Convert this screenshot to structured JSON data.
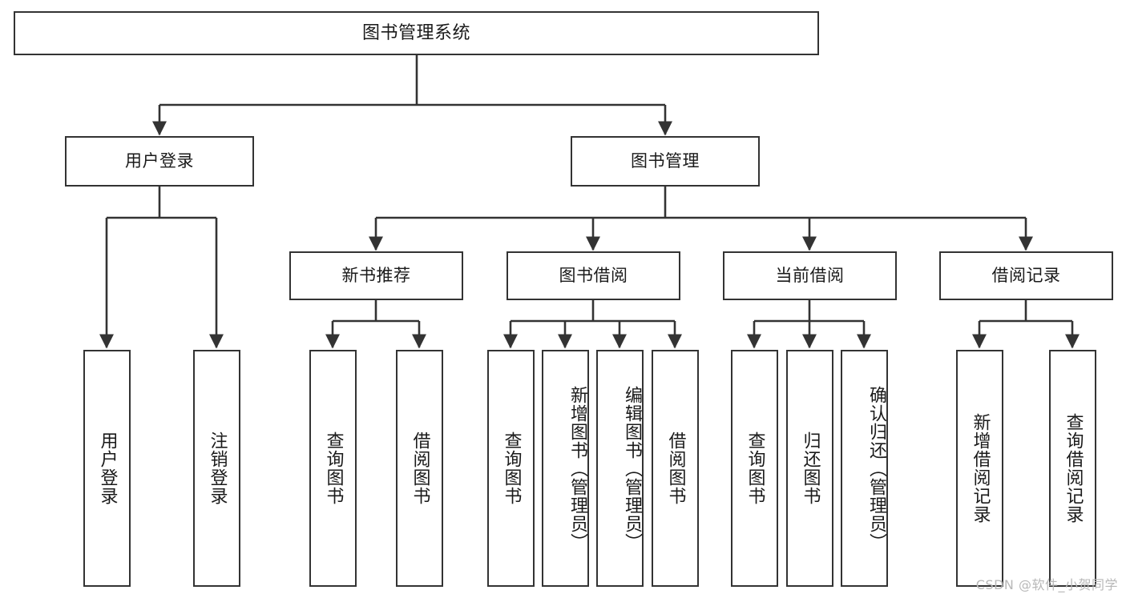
{
  "diagram": {
    "type": "tree",
    "title": "图书管理系统",
    "orientation": "top-down",
    "root": {
      "id": "root",
      "label": "图书管理系统"
    },
    "level1": [
      {
        "id": "user-login",
        "label": "用户登录"
      },
      {
        "id": "book-manage",
        "label": "图书管理"
      }
    ],
    "level2": [
      {
        "id": "new-book-recommend",
        "label": "新书推荐",
        "parent": "book-manage"
      },
      {
        "id": "book-borrow",
        "label": "图书借阅",
        "parent": "book-manage"
      },
      {
        "id": "current-borrow",
        "label": "当前借阅",
        "parent": "book-manage"
      },
      {
        "id": "borrow-record",
        "label": "借阅记录",
        "parent": "book-manage"
      }
    ],
    "leaves": {
      "user-login": [
        {
          "id": "leaf-user-login",
          "label": "用户登录"
        },
        {
          "id": "leaf-user-logout",
          "label": "注销登录"
        }
      ],
      "new-book-recommend": [
        {
          "id": "leaf-query-book-1",
          "label": "查询图书"
        },
        {
          "id": "leaf-borrow-book-1",
          "label": "借阅图书"
        }
      ],
      "book-borrow": [
        {
          "id": "leaf-query-book-2",
          "label": "查询图书"
        },
        {
          "id": "leaf-add-book",
          "label": "新增图书（管理员）"
        },
        {
          "id": "leaf-edit-book",
          "label": "编辑图书（管理员）"
        },
        {
          "id": "leaf-borrow-book-2",
          "label": "借阅图书"
        }
      ],
      "current-borrow": [
        {
          "id": "leaf-query-book-3",
          "label": "查询图书"
        },
        {
          "id": "leaf-return-book",
          "label": "归还图书"
        },
        {
          "id": "leaf-confirm-return",
          "label": "确认归还（管理员）"
        }
      ],
      "borrow-record": [
        {
          "id": "leaf-add-record",
          "label": "新增借阅记录"
        },
        {
          "id": "leaf-query-record",
          "label": "查询借阅记录"
        }
      ]
    }
  },
  "watermark": {
    "text": "CSDN @软件_小贺同学"
  },
  "colors": {
    "stroke": "#333333",
    "box_fill": "#ffffff",
    "text": "#1a1a1a",
    "watermark": "#b8b8b8",
    "background": "#ffffff"
  }
}
